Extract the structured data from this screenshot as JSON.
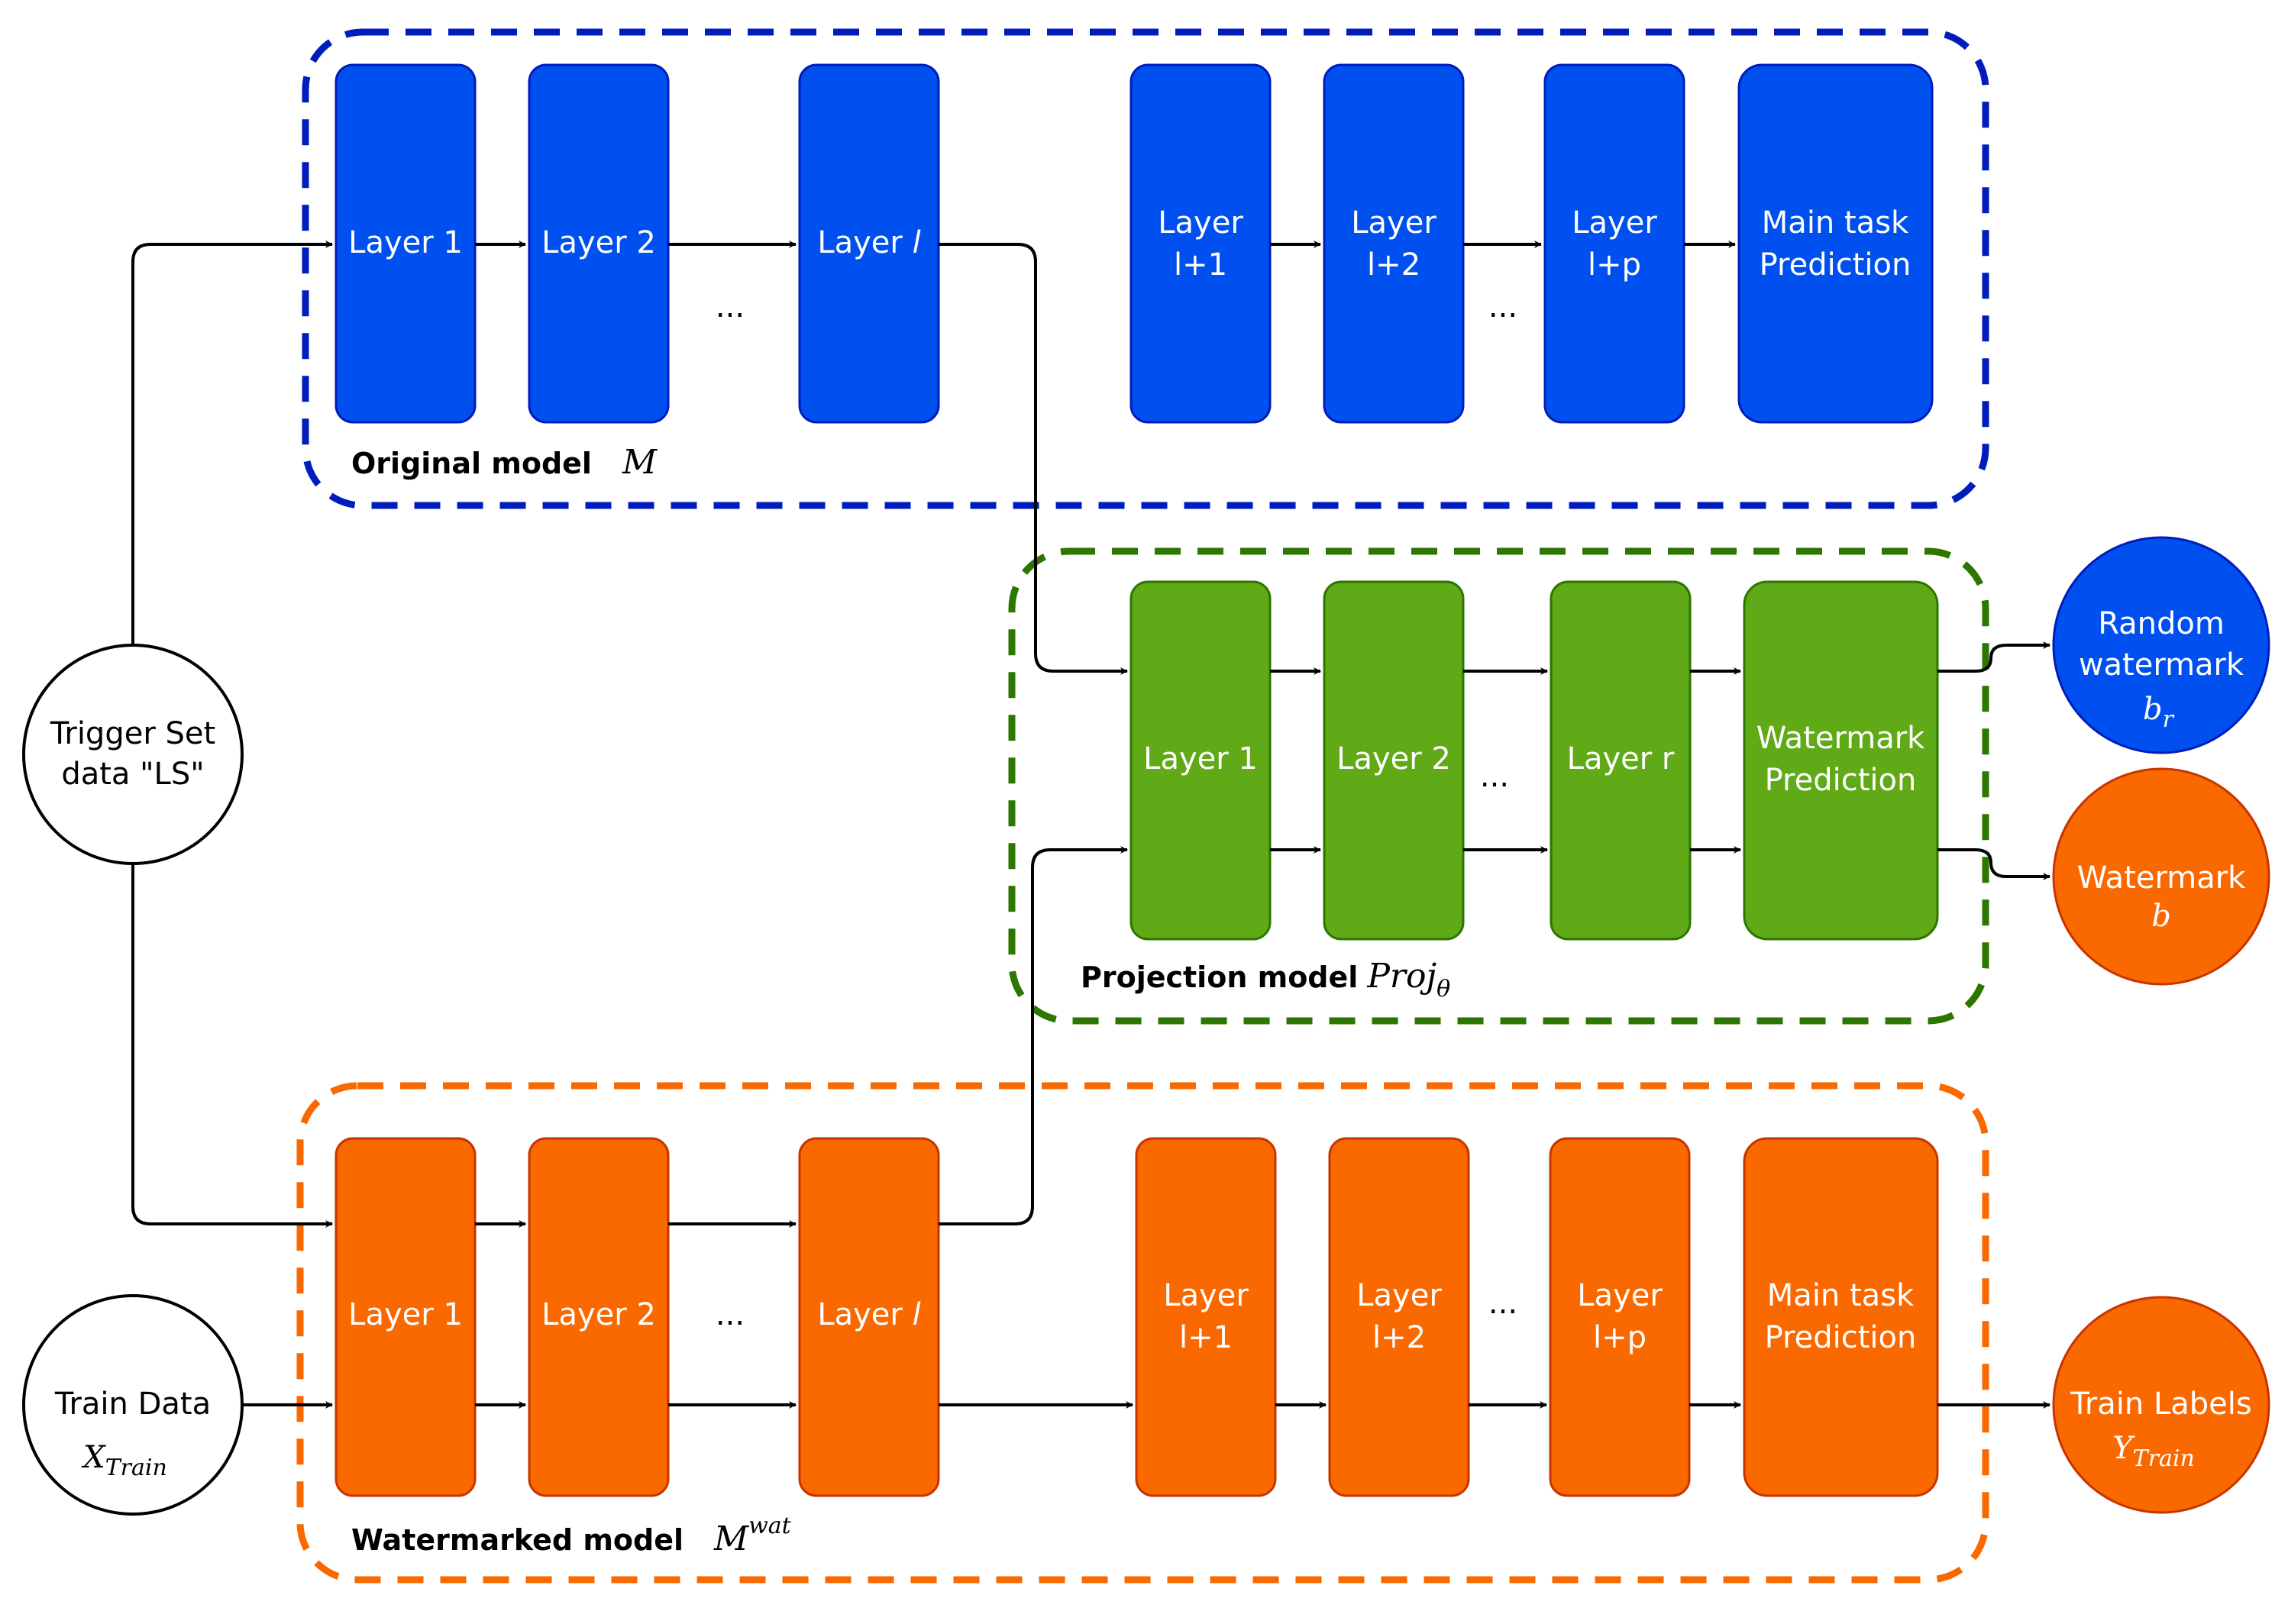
{
  "colors": {
    "blue": "#0050ef",
    "blue_border": "#001dbc",
    "green": "#60a917",
    "green_border": "#2d7600",
    "orange": "#fa6800",
    "orange_border": "#c73500",
    "edge": "#000000"
  },
  "groups": {
    "original": {
      "label": "Original model",
      "symbol": "M",
      "layers": [
        {
          "lines": [
            "Layer 1"
          ]
        },
        {
          "lines": [
            "Layer 2"
          ]
        },
        {
          "lines": [
            "Layer ",
            "l"
          ]
        },
        {
          "lines": [
            "Layer",
            "l+1"
          ]
        },
        {
          "lines": [
            "Layer",
            "l+2"
          ]
        },
        {
          "lines": [
            "Layer",
            "l+p"
          ]
        },
        {
          "lines": [
            "Main task",
            "Prediction"
          ]
        }
      ],
      "ellipsis": [
        "...",
        "..."
      ]
    },
    "projection": {
      "label": "Projection model",
      "symbol_base": "Proj",
      "symbol_sub": "θ",
      "layers": [
        {
          "lines": [
            "Layer 1"
          ]
        },
        {
          "lines": [
            "Layer 2"
          ]
        },
        {
          "lines": [
            "Layer r"
          ]
        },
        {
          "lines": [
            "Watermark",
            "Prediction"
          ]
        }
      ],
      "ellipsis": "..."
    },
    "watermarked": {
      "label": "Watermarked model",
      "symbol_base": "M",
      "symbol_sup": "wat",
      "layers": [
        {
          "lines": [
            "Layer 1"
          ]
        },
        {
          "lines": [
            "Layer 2"
          ]
        },
        {
          "lines": [
            "Layer ",
            "l"
          ]
        },
        {
          "lines": [
            "Layer",
            "l+1"
          ]
        },
        {
          "lines": [
            "Layer",
            "l+2"
          ]
        },
        {
          "lines": [
            "Layer",
            "l+p"
          ]
        },
        {
          "lines": [
            "Main task",
            "Prediction"
          ]
        }
      ],
      "ellipsis": [
        "...",
        "..."
      ]
    }
  },
  "inputs": {
    "trigger": {
      "line1": "Trigger Set",
      "line2": "data \"LS\""
    },
    "train": {
      "line1": "Train Data",
      "symbol_base": "X",
      "symbol_sub": "Train"
    }
  },
  "outputs": {
    "random_watermark": {
      "line1": "Random",
      "line2": "watermark",
      "symbol_base": "b",
      "symbol_sub": "r"
    },
    "watermark": {
      "line1": "Watermark",
      "symbol": "b"
    },
    "train_labels": {
      "line1": "Train Labels",
      "symbol_base": "Y",
      "symbol_sub": "Train"
    }
  }
}
